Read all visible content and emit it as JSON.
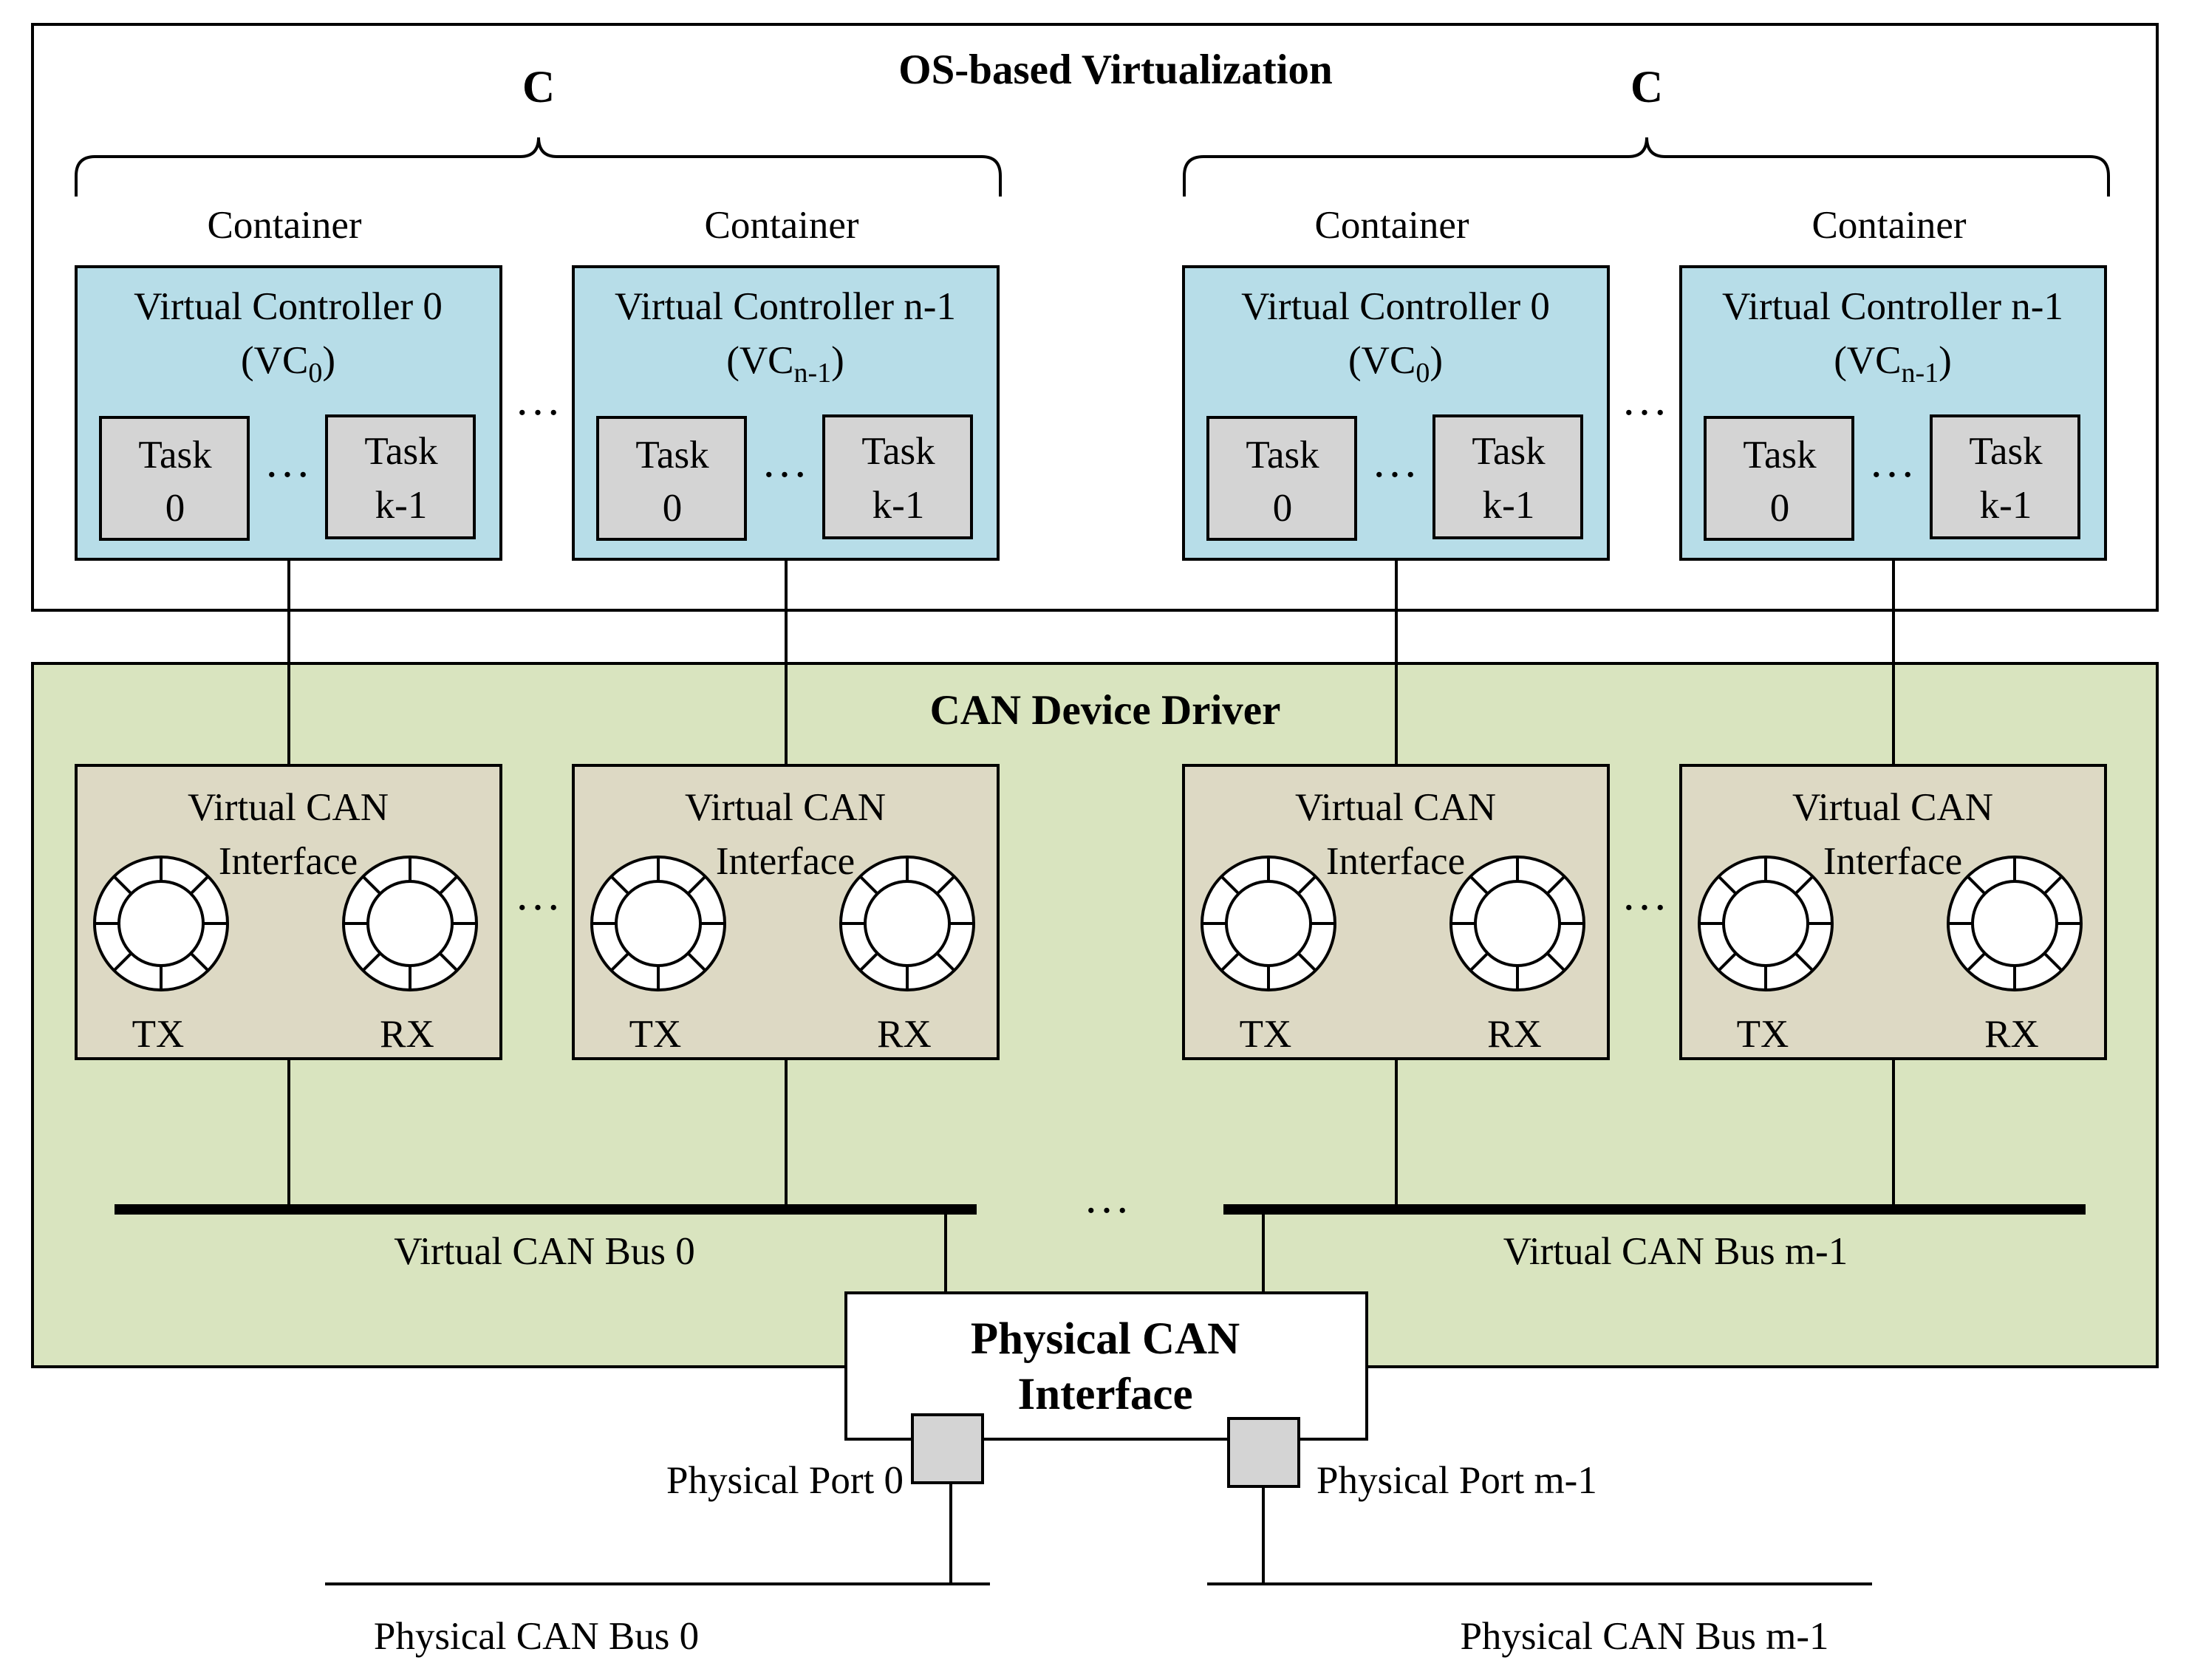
{
  "os_layer": {
    "title": "OS-based Virtualization"
  },
  "container_groups": [
    {
      "brace_label": "C",
      "containers": [
        {
          "label": "Container",
          "controller_name": "Virtual Controller 0",
          "vc_base": "(VC",
          "vc_sub": "0",
          "vc_close": ")",
          "tasks": [
            {
              "line1": "Task",
              "line2": "0"
            },
            {
              "line1": "Task",
              "line2": "k-1"
            }
          ]
        },
        {
          "label": "Container",
          "controller_name": "Virtual Controller n-1",
          "vc_base": "(VC",
          "vc_sub": "n-1",
          "vc_close": ")",
          "tasks": [
            {
              "line1": "Task",
              "line2": "0"
            },
            {
              "line1": "Task",
              "line2": "k-1"
            }
          ]
        }
      ]
    },
    {
      "brace_label": "C",
      "containers": [
        {
          "label": "Container",
          "controller_name": "Virtual Controller 0",
          "vc_base": "(VC",
          "vc_sub": "0",
          "vc_close": ")",
          "tasks": [
            {
              "line1": "Task",
              "line2": "0"
            },
            {
              "line1": "Task",
              "line2": "k-1"
            }
          ]
        },
        {
          "label": "Container",
          "controller_name": "Virtual Controller n-1",
          "vc_base": "(VC",
          "vc_sub": "n-1",
          "vc_close": ")",
          "tasks": [
            {
              "line1": "Task",
              "line2": "0"
            },
            {
              "line1": "Task",
              "line2": "k-1"
            }
          ]
        }
      ]
    }
  ],
  "driver_layer": {
    "title": "CAN Device Driver"
  },
  "virtual_interfaces": [
    {
      "line1": "Virtual CAN",
      "line2": "Interface",
      "tx": "TX",
      "rx": "RX"
    },
    {
      "line1": "Virtual CAN",
      "line2": "Interface",
      "tx": "TX",
      "rx": "RX"
    },
    {
      "line1": "Virtual CAN",
      "line2": "Interface",
      "tx": "TX",
      "rx": "RX"
    },
    {
      "line1": "Virtual CAN",
      "line2": "Interface",
      "tx": "TX",
      "rx": "RX"
    }
  ],
  "virtual_buses": [
    {
      "label": "Virtual CAN Bus 0"
    },
    {
      "label": "Virtual CAN Bus m-1"
    }
  ],
  "physical_interface": {
    "line1": "Physical CAN",
    "line2": "Interface"
  },
  "physical_ports": [
    {
      "label": "Physical Port 0"
    },
    {
      "label": "Physical Port m-1"
    }
  ],
  "physical_buses": [
    {
      "label": "Physical CAN Bus 0"
    },
    {
      "label": "Physical CAN Bus m-1"
    }
  ],
  "ellipsis": "..."
}
